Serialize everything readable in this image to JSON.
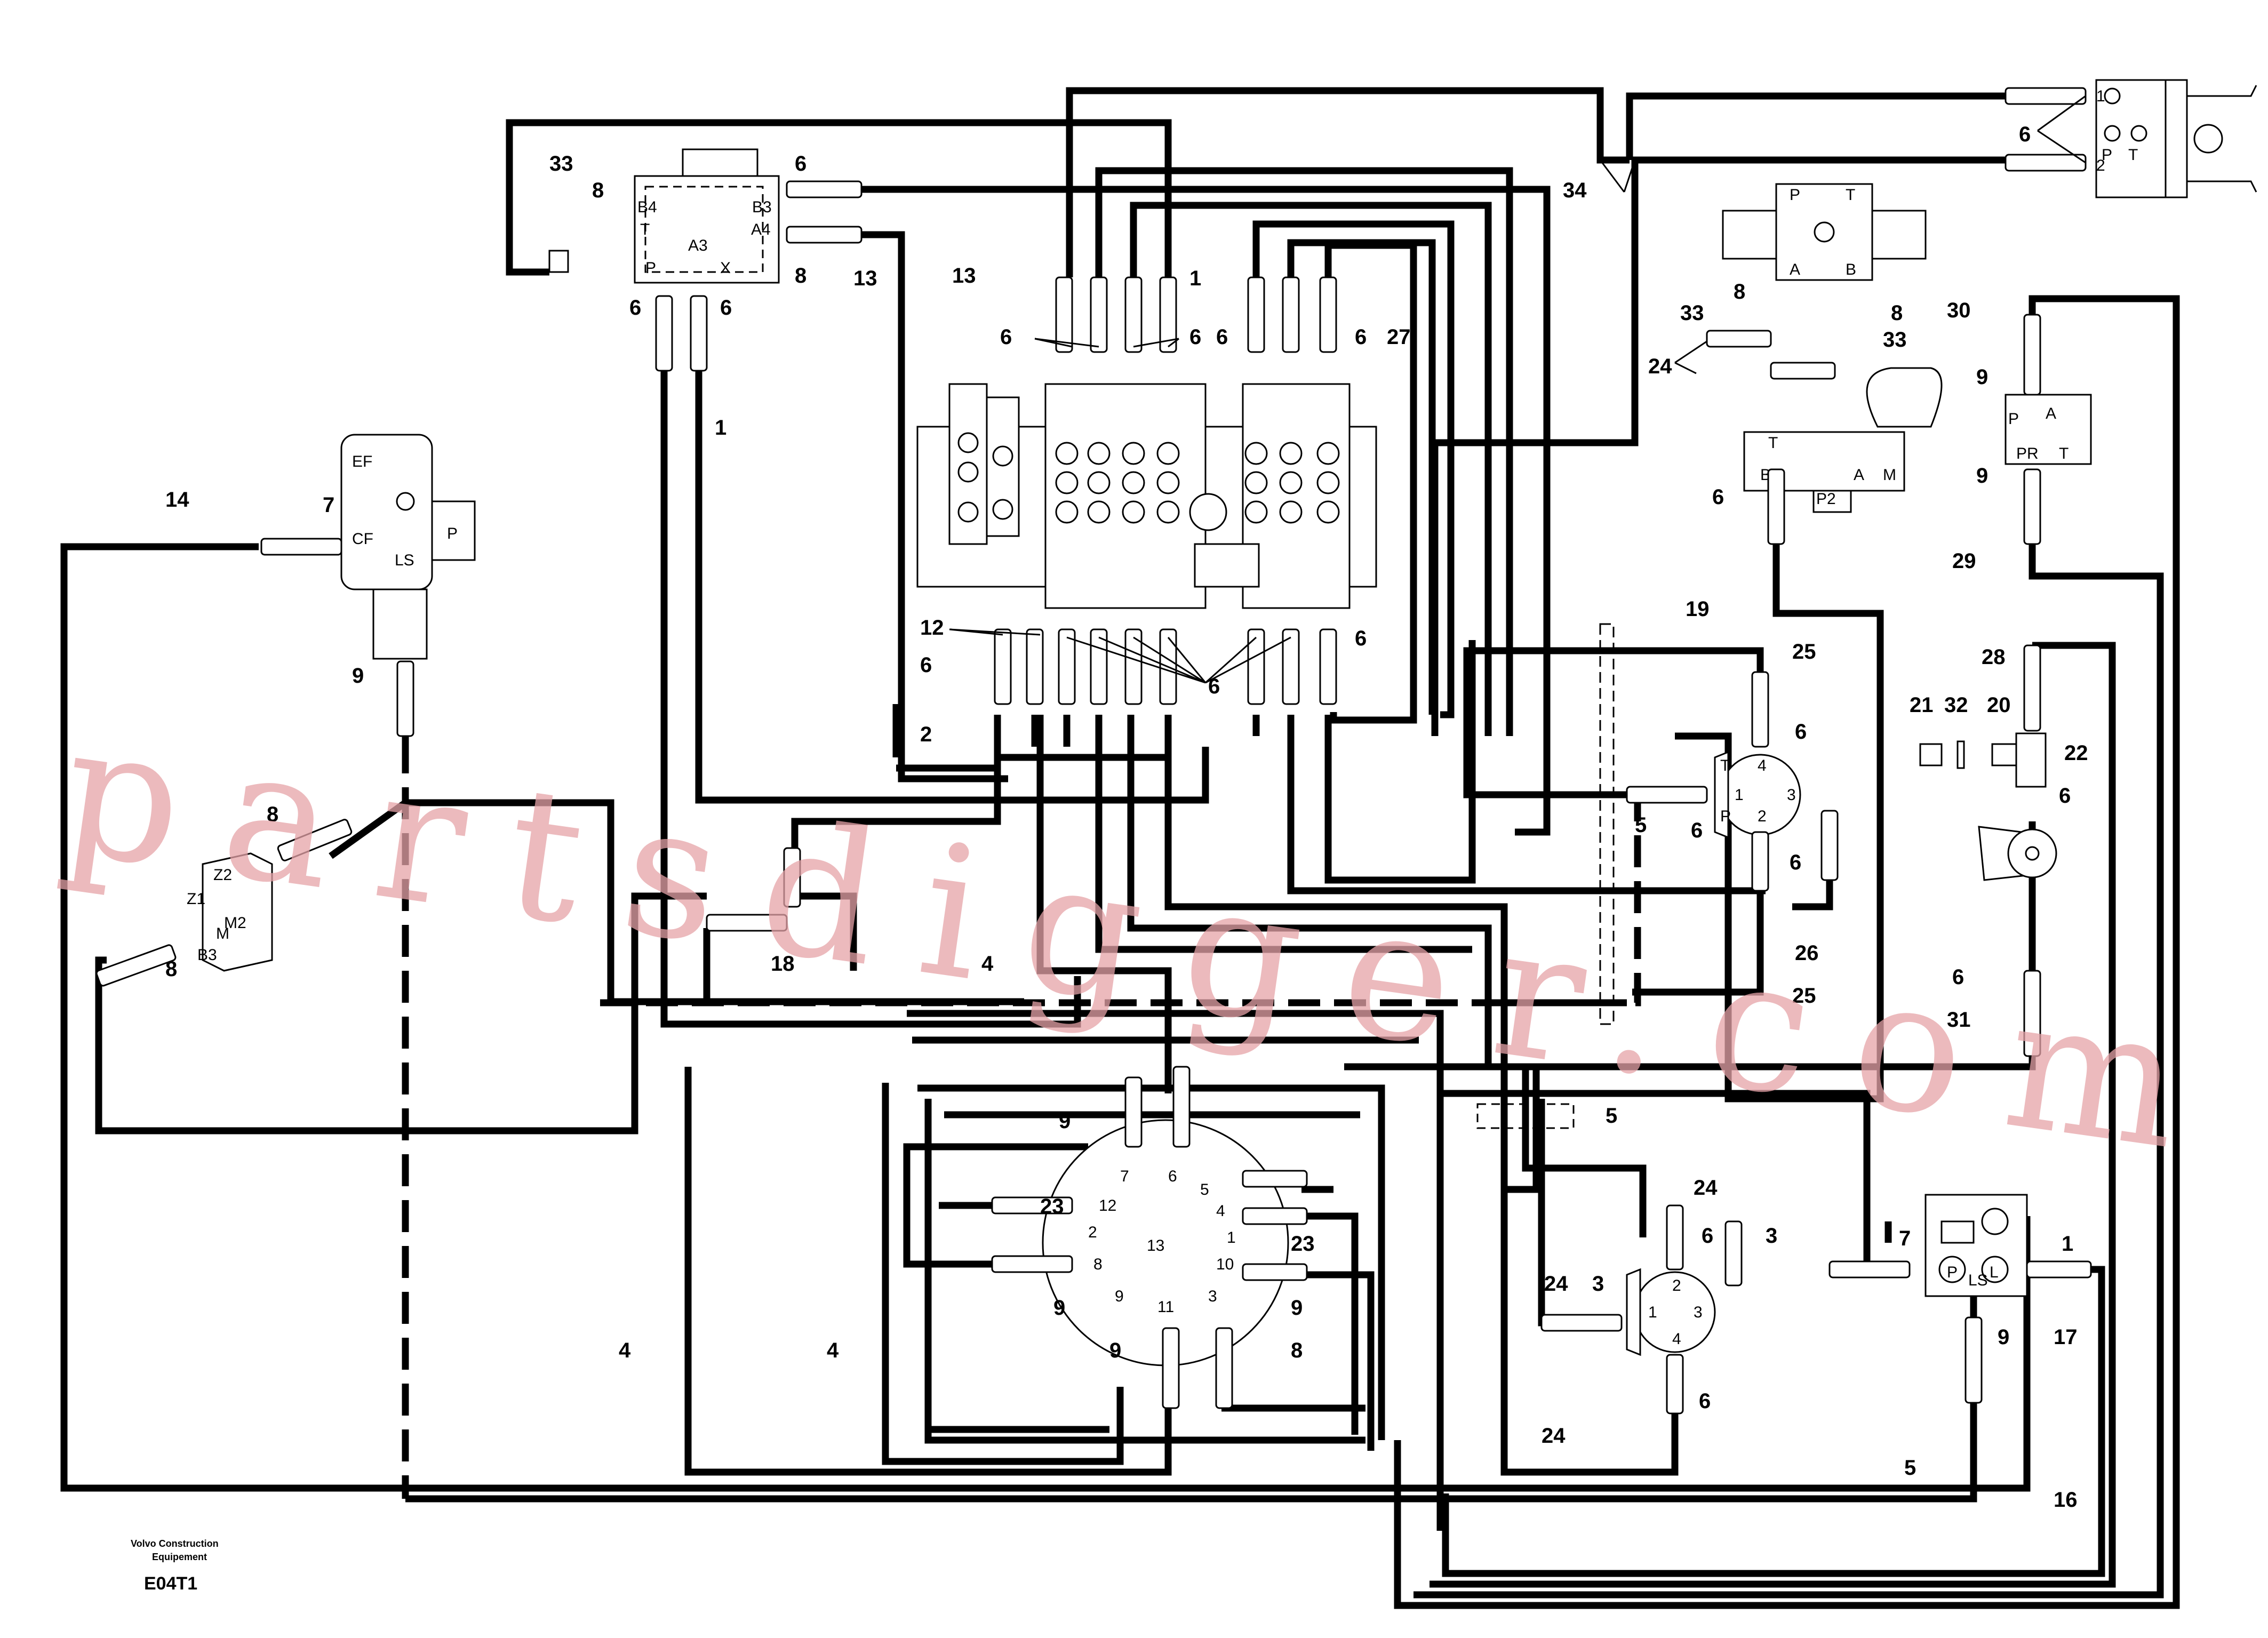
{
  "labels": {
    "l33a": "33",
    "l8a": "8",
    "l6a": "6",
    "l6b": "6",
    "l8b": "8",
    "l6c": "6",
    "l6d": "6",
    "l13a": "13",
    "l13b": "13",
    "l1a": "1",
    "l1b": "1",
    "l6e": "6",
    "l6f": "6",
    "l6g": "6",
    "l6h": "6",
    "l27": "27",
    "l34": "34",
    "l6i": "6",
    "l8c": "8",
    "l8d": "8",
    "l33b": "33",
    "l33c": "33",
    "l24a": "24",
    "l30": "30",
    "l9a": "9",
    "l9b": "9",
    "l6j": "6",
    "l29": "29",
    "l14": "14",
    "l7a": "7",
    "l9c": "9",
    "l12": "12",
    "l6k": "6",
    "l6l": "6",
    "l6m": "6",
    "l2": "2",
    "l19": "19",
    "l25a": "25",
    "l6n": "6",
    "l5a": "5",
    "l6o": "6",
    "l6p": "6",
    "l26": "26",
    "l25b": "25",
    "l28": "28",
    "l21": "21",
    "l32": "32",
    "l20": "20",
    "l22": "22",
    "l6q": "6",
    "l6r": "6",
    "l31": "31",
    "l8e": "8",
    "l8f": "8",
    "l18": "18",
    "l4a": "4",
    "l9d": "9",
    "l23a": "23",
    "l9e": "9",
    "l9f": "9",
    "l8g": "8",
    "l9g": "9",
    "l23b": "23",
    "l4b": "4",
    "l4c": "4",
    "l5b": "5",
    "l24b": "24",
    "l24c": "24",
    "l3a": "3",
    "l6s": "6",
    "l3b": "3",
    "l6t": "6",
    "l24d": "24",
    "l7b": "7",
    "l1c": "1",
    "l9h": "9",
    "l17": "17",
    "l5c": "5",
    "l16": "16"
  },
  "ports": {
    "b4": "B4",
    "t": "T",
    "p": "P",
    "a3": "A3",
    "x": "X",
    "b3": "B3",
    "a4": "A4",
    "ef": "EF",
    "cf": "CF",
    "ls": "LS",
    "pp": "P",
    "pt_p": "P",
    "pt_t": "T",
    "pt_1": "1",
    "pt_2": "2",
    "pt_P2": "P",
    "pt_T2": "T",
    "vp": "P",
    "vt": "T",
    "va": "A",
    "vb": "B",
    "m_t": "T",
    "m_b": "B",
    "m_p2": "P2",
    "m_a": "A",
    "m_m": "M",
    "r_a": "A",
    "r_p": "P",
    "r_pr": "PR",
    "r_t": "T",
    "sw_t": "T",
    "sw_1": "1",
    "sw_4": "4",
    "sw_3": "3",
    "sw_2": "2",
    "sw_p": "P",
    "sh_z2": "Z2",
    "sh_z1": "Z1",
    "sh_m2": "M2",
    "sh_m1": "M",
    "sh_b3": "B3",
    "sw2_1": "1",
    "sw2_2": "2",
    "sw2_3": "3",
    "sw2_4": "4",
    "ps_p": "P",
    "ps_ls": "LS",
    "ps_l": "L"
  },
  "swivel": {
    "center": "13",
    "ports": [
      "7",
      "6",
      "5",
      "4",
      "1",
      "10",
      "3",
      "11",
      "9",
      "8",
      "2",
      "12"
    ]
  },
  "footer": {
    "line1": "Volvo Construction",
    "line2": "Equipement",
    "code": "E04T1"
  },
  "watermark": "partsdigger.com"
}
